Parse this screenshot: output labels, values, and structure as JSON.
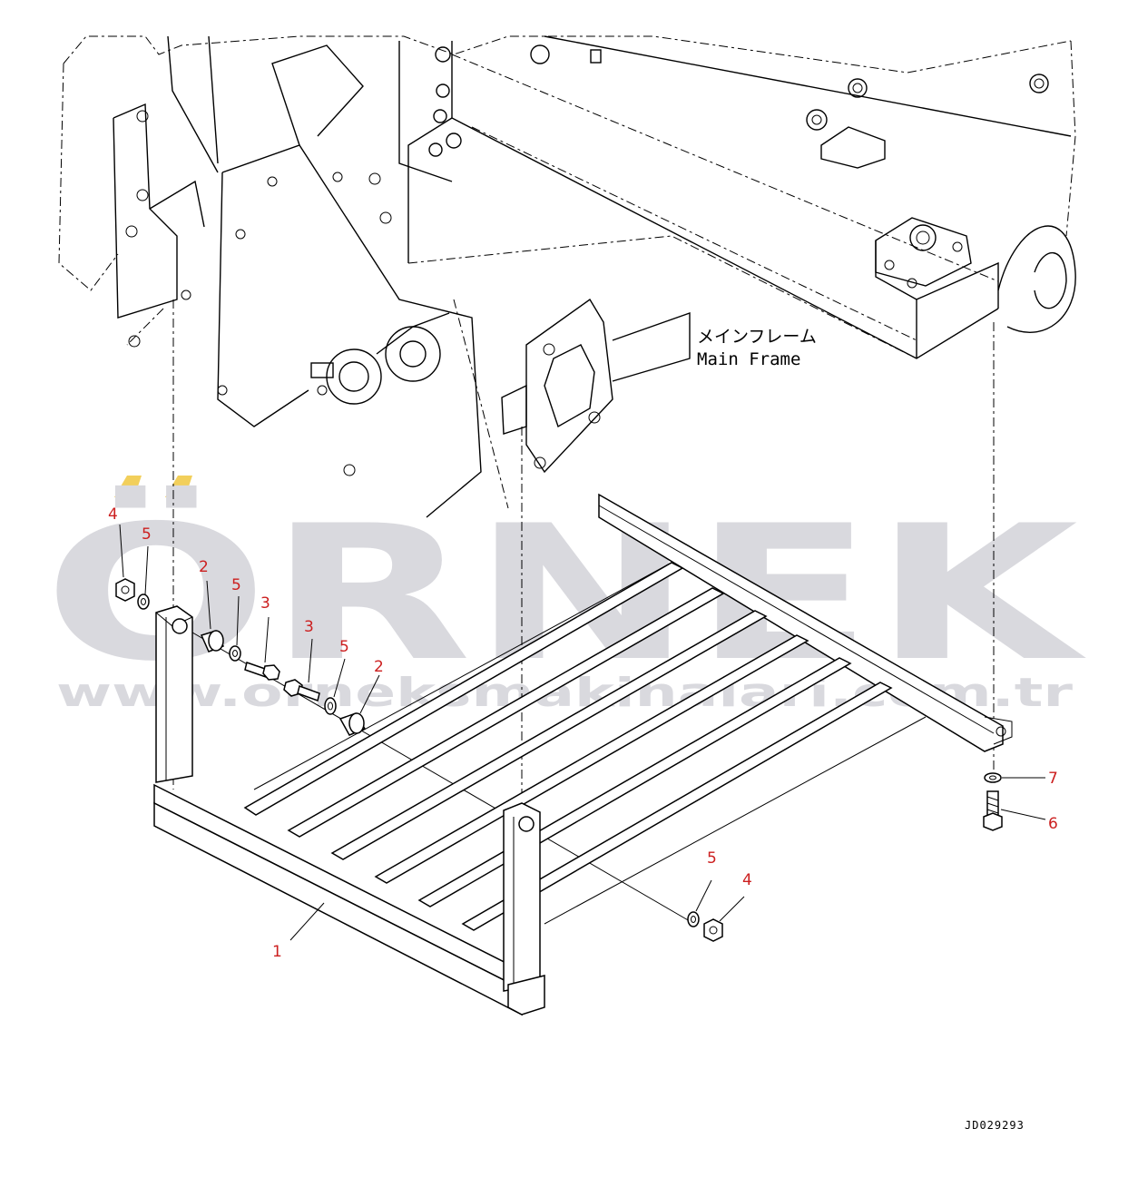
{
  "watermark": {
    "brand": "ÖRNEK",
    "url": "www.orneksmakinalari.com.tr",
    "accent_color": "#f2cf5b",
    "text_color": "#d9d9de"
  },
  "labels": {
    "main_frame_jp": "メインフレーム",
    "main_frame_en": "Main Frame",
    "reference_code": "JD029293"
  },
  "callouts": [
    {
      "id": "c-4a",
      "text": "4"
    },
    {
      "id": "c-5a",
      "text": "5"
    },
    {
      "id": "c-2a",
      "text": "2"
    },
    {
      "id": "c-5b",
      "text": "5"
    },
    {
      "id": "c-3a",
      "text": "3"
    },
    {
      "id": "c-3b",
      "text": "3"
    },
    {
      "id": "c-5c",
      "text": "5"
    },
    {
      "id": "c-2b",
      "text": "2"
    },
    {
      "id": "c-7",
      "text": "7"
    },
    {
      "id": "c-6",
      "text": "6"
    },
    {
      "id": "c-5d",
      "text": "5"
    },
    {
      "id": "c-4b",
      "text": "4"
    },
    {
      "id": "c-1",
      "text": "1"
    }
  ],
  "colors": {
    "callout": "#cc1f1f",
    "linework": "#000000"
  }
}
